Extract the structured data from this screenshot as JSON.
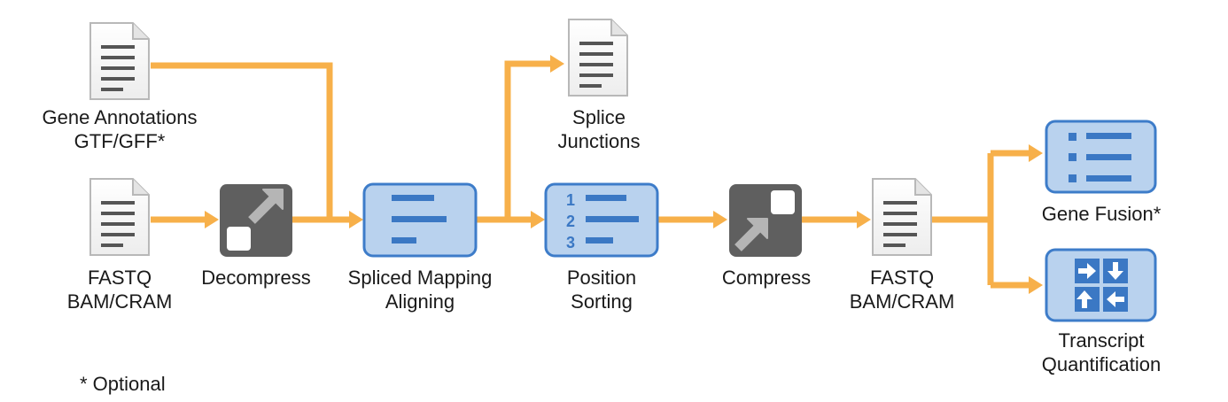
{
  "colors": {
    "flow": "#F7B04A",
    "step_fill": "#B9D2EE",
    "step_stroke": "#3D7CC9",
    "step_bar": "#3B78C4",
    "codec_dark": "#5F5F5F",
    "codec_arrow": "#B5B5B5",
    "doc_line": "#555555",
    "doc_stroke": "#B8B8B8"
  },
  "nodes": {
    "annotations": {
      "icon": "document-icon",
      "label": [
        "Gene Annotations",
        "GTF/GFF*"
      ]
    },
    "input_reads": {
      "icon": "document-icon",
      "label": [
        "FASTQ",
        "BAM/CRAM"
      ]
    },
    "decompress": {
      "icon": "decompress-icon",
      "label": [
        "Decompress"
      ]
    },
    "mapping": {
      "icon": "alignment-icon",
      "label": [
        "Spliced Mapping",
        "Aligning"
      ]
    },
    "splice_junctions": {
      "icon": "document-icon",
      "label": [
        "Splice",
        "Junctions"
      ]
    },
    "sorting": {
      "icon": "sorted-list-icon",
      "numbers": [
        "1",
        "2",
        "3"
      ],
      "label": [
        "Position",
        "Sorting"
      ]
    },
    "compress": {
      "icon": "compress-icon",
      "label": [
        "Compress"
      ]
    },
    "output_reads": {
      "icon": "document-icon",
      "label": [
        "FASTQ",
        "BAM/CRAM"
      ]
    },
    "gene_fusion": {
      "icon": "bulleted-list-icon",
      "label": [
        "Gene Fusion*"
      ]
    },
    "quantification": {
      "icon": "arrows-grid-icon",
      "label": [
        "Transcript",
        "Quantification"
      ]
    }
  },
  "footnote": "* Optional"
}
